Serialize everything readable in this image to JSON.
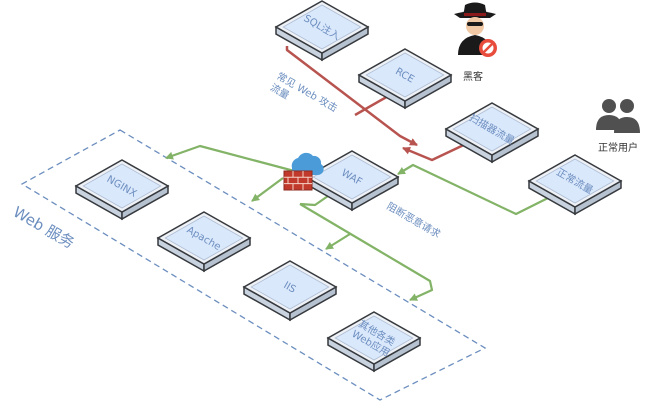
{
  "attack_nodes": [
    {
      "label": "SQL注入"
    },
    {
      "label": "RCE"
    },
    {
      "label": "扫描器流量"
    }
  ],
  "normal_node": {
    "label": "正常流量"
  },
  "waf_node": {
    "label": "WAF"
  },
  "web_nodes": [
    {
      "label": "NGINX"
    },
    {
      "label": "Apache"
    },
    {
      "label": "IIS"
    },
    {
      "label_line1": "其他各类",
      "label_line2": "Web应用"
    }
  ],
  "actors": {
    "hacker": {
      "label": "黑客"
    },
    "user": {
      "label": "正常用户"
    }
  },
  "annotations": {
    "attack_line1": "常见 Web 攻击",
    "attack_line2": "流量",
    "block": "阻断恶意请求",
    "group": "Web 服务"
  },
  "colors": {
    "attack": "#b85450",
    "normal": "#82b366",
    "node_face": "#dae8fc",
    "node_stroke": "#36393d",
    "text": "#6c8ebf",
    "group_border": "#6c8ebf",
    "actor": "#505050",
    "firewall": "#c0392b",
    "cloud": "#4a9bd8"
  }
}
